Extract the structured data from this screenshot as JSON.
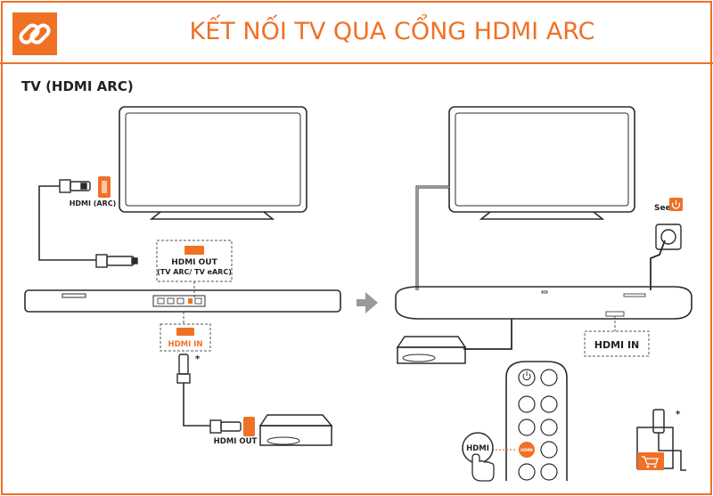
{
  "header": {
    "title": "KẾT NỐI TV QUA CỔNG HDMI ARC"
  },
  "section": {
    "label": "TV (HDMI ARC)"
  },
  "diagram": {
    "tv_port": "HDMI (ARC)",
    "soundbar_out_line1": "HDMI OUT",
    "soundbar_out_line2": "(TV ARC/ TV eARC)",
    "soundbar_in": "HDMI IN",
    "source_out": "HDMI OUT",
    "asterisk": "*",
    "see": "See",
    "hdmi_in_box": "HDMI IN",
    "remote_hdmi_bubble": "HDMI",
    "remote_hdmi_button": "HDMI"
  },
  "colors": {
    "accent": "#ef7126",
    "line": "#2b2b2b",
    "frame": "#ef7126"
  },
  "icons": [
    "link-icon",
    "arrow-right-icon",
    "power-icon",
    "cart-icon",
    "hand-pointer-icon"
  ]
}
